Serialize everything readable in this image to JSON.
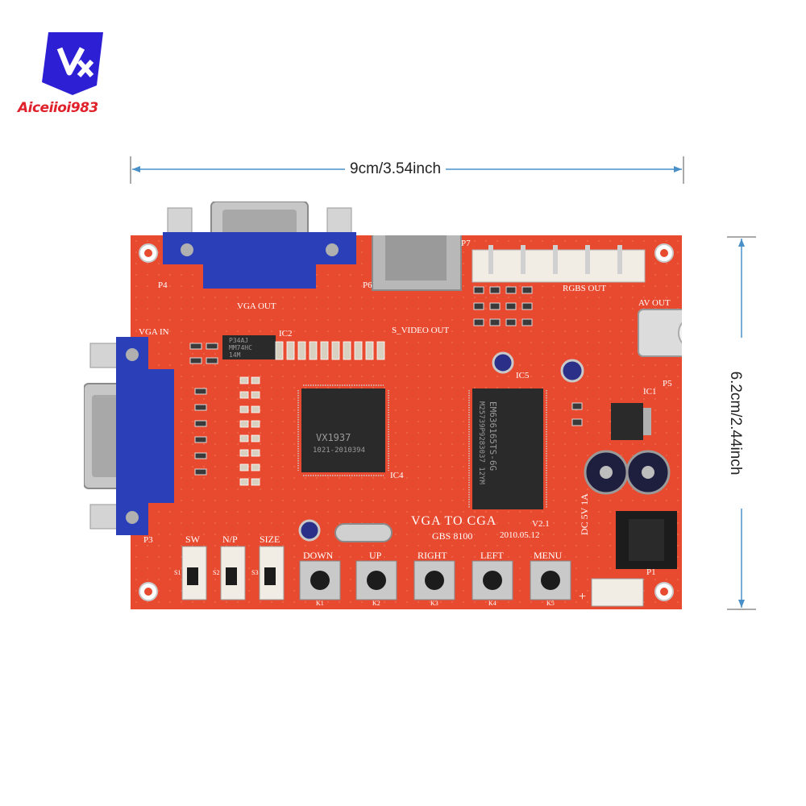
{
  "logo": {
    "brand_text": "Aiceiioi983"
  },
  "dimensions": {
    "width_label": "9cm/3.54inch",
    "height_label": "6.2cm/2.44inch"
  },
  "board": {
    "connectors": {
      "vga_out": "VGA OUT",
      "vga_in": "VGA IN",
      "s_video_out": "S_VIDEO OUT",
      "rgbs_out": "RGBS OUT",
      "av_out": "AV OUT",
      "dc_label": "DC 5V 1A",
      "p4": "P4",
      "p3": "P3",
      "p6": "P6",
      "p7": "P7",
      "p5": "P5",
      "p1": "P1",
      "plus": "+"
    },
    "title": {
      "main": "VGA  TO  CGA",
      "version": "V2.1",
      "model": "GBS 8100",
      "date": "2010.05.12"
    },
    "switches": [
      {
        "label": "SW",
        "id": "S1"
      },
      {
        "label": "N/P",
        "id": "S2"
      },
      {
        "label": "SIZE",
        "id": "S3"
      }
    ],
    "buttons": [
      {
        "label": "DOWN",
        "id": "K1"
      },
      {
        "label": "UP",
        "id": "K2"
      },
      {
        "label": "RIGHT",
        "id": "K3"
      },
      {
        "label": "LEFT",
        "id": "K4"
      },
      {
        "label": "MENU",
        "id": "K5"
      }
    ],
    "chips": {
      "main_chip_line1": "VX1937",
      "main_chip_line2": "1021-2010394",
      "memory_line1": "EM636165TS-6G",
      "memory_line2": "M25739P9283037 12YM",
      "small_ic_line1": "P34AJ",
      "small_ic_line2": "MM74HC",
      "small_ic_line3": "14M",
      "ic_labels": [
        "IC2",
        "IC4",
        "IC5",
        "IC1"
      ]
    },
    "colors": {
      "pcb": "#e84a2f",
      "connector_blue": "#2a3fb8",
      "silkscreen": "#ffffff"
    }
  }
}
